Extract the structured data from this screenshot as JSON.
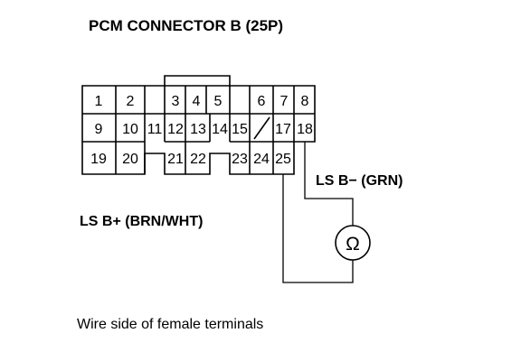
{
  "title": "PCM CONNECTOR B (25P)",
  "terminals": {
    "t1": "1",
    "t2": "2",
    "t3": "3",
    "t4": "4",
    "t5": "5",
    "t6": "6",
    "t7": "7",
    "t8": "8",
    "t9": "9",
    "t10": "10",
    "t11": "11",
    "t12": "12",
    "t13": "13",
    "t14": "14",
    "t15": "15",
    "t17": "17",
    "t18": "18",
    "t19": "19",
    "t20": "20",
    "t21": "21",
    "t22": "22",
    "t23": "23",
    "t24": "24",
    "t25": "25"
  },
  "wire_minus_label": "LS B− (GRN)",
  "wire_plus_label": "LS B+ (BRN/WHT)",
  "ohmmeter_symbol": "Ω",
  "caption": "Wire side of female terminals"
}
